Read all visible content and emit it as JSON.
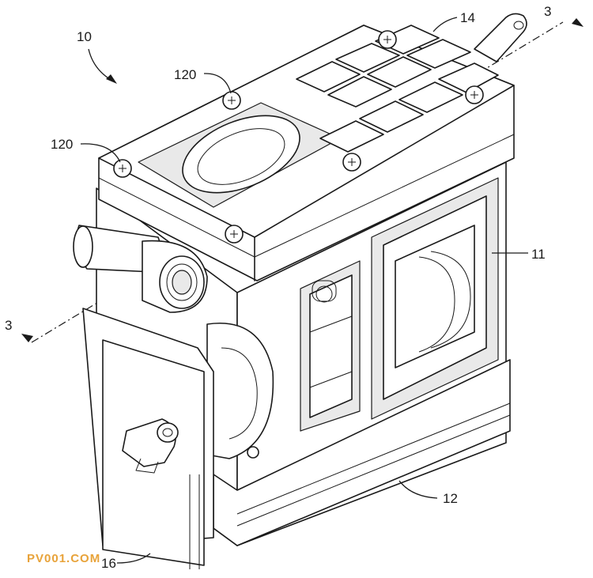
{
  "figure": {
    "labels": {
      "assembly": "10",
      "screw_a": "120",
      "screw_b": "120",
      "cover": "14",
      "section_end": "3",
      "section_start": "3",
      "housing": "11",
      "base": "12",
      "board": "16"
    },
    "watermark": "PV001.COM",
    "colors": {
      "line": "#1a1a1a",
      "background": "#ffffff",
      "watermark": "#e8a33a"
    }
  }
}
